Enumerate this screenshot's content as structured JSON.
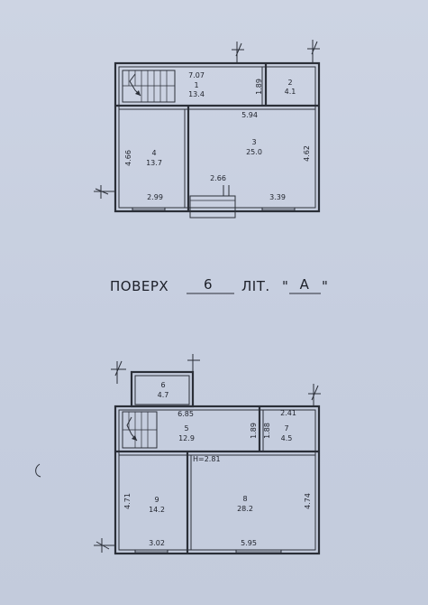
{
  "title": {
    "prefix": "ПОВЕРХ",
    "floor": "6",
    "lit_label": "ЛІТ.",
    "lit_value": "А"
  },
  "upper_plan": {
    "rooms": [
      {
        "number": "1",
        "area": "13.4"
      },
      {
        "number": "2",
        "area": "4.1"
      },
      {
        "number": "3",
        "area": "25.0"
      },
      {
        "number": "4",
        "area": "13.7"
      }
    ],
    "dimensions": [
      "7.07",
      "1.89",
      "5.94",
      "4.66",
      "4.62",
      "2.66",
      "2.99",
      "3.39"
    ]
  },
  "lower_plan": {
    "rooms": [
      {
        "number": "5",
        "area": "12.9"
      },
      {
        "number": "6",
        "area": "4.7"
      },
      {
        "number": "7",
        "area": "4.5"
      },
      {
        "number": "8",
        "area": "28.2"
      },
      {
        "number": "9",
        "area": "14.2"
      }
    ],
    "dimensions": [
      "6.85",
      "2.41",
      "1.89",
      "1.88",
      "H=2.81",
      "4.71",
      "4.74",
      "3.02",
      "5.95"
    ]
  },
  "colors": {
    "paper": "#c9d1e1",
    "ink": "#2b2f38"
  }
}
